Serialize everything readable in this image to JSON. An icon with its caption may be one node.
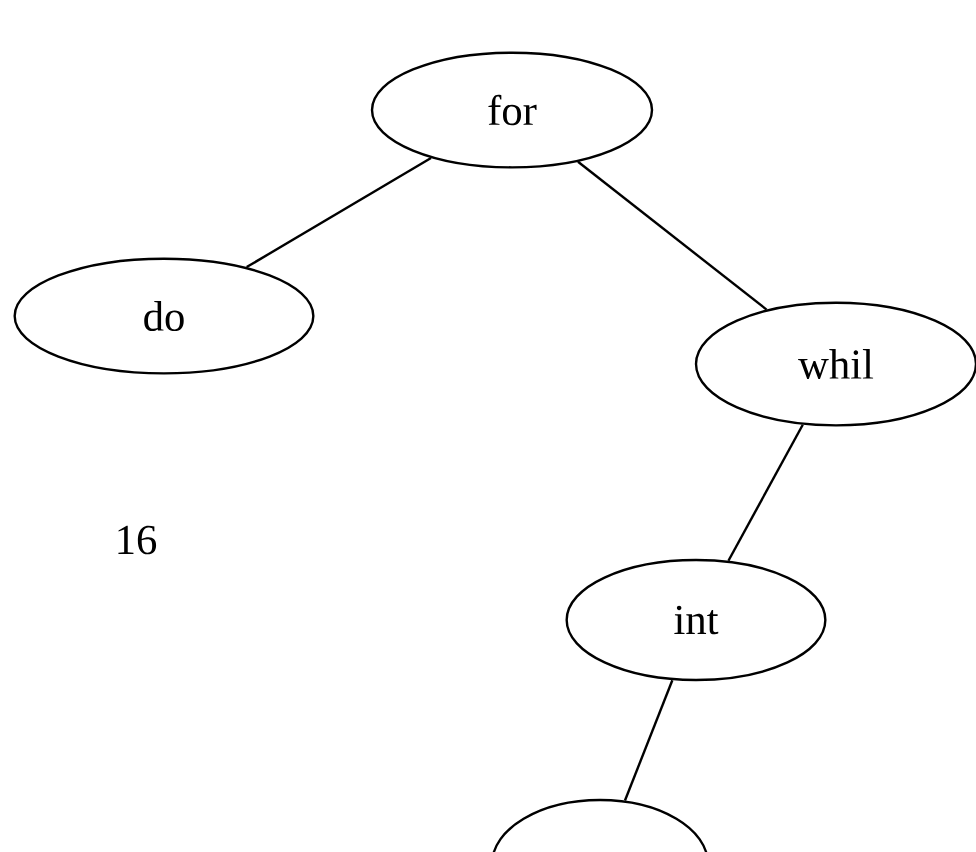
{
  "diagram": {
    "nodes": [
      {
        "text": [
          "for"
        ]
      },
      {
        "text": [
          "do"
        ]
      },
      {
        "text": [
          "whil"
        ]
      },
      {
        "text": [
          "int"
        ]
      },
      {
        "text": [],
        "shape": "ellipse"
      }
    ],
    "edges": [
      {
        "from": 0,
        "to": 1,
        "arrow": "none"
      },
      {
        "from": 0,
        "to": 2,
        "arrow": "none"
      },
      {
        "from": 2,
        "to": 3,
        "arrow": "none"
      },
      {
        "from": 3,
        "to": 4,
        "arrow": "none"
      }
    ],
    "labels": [
      "16"
    ]
  }
}
